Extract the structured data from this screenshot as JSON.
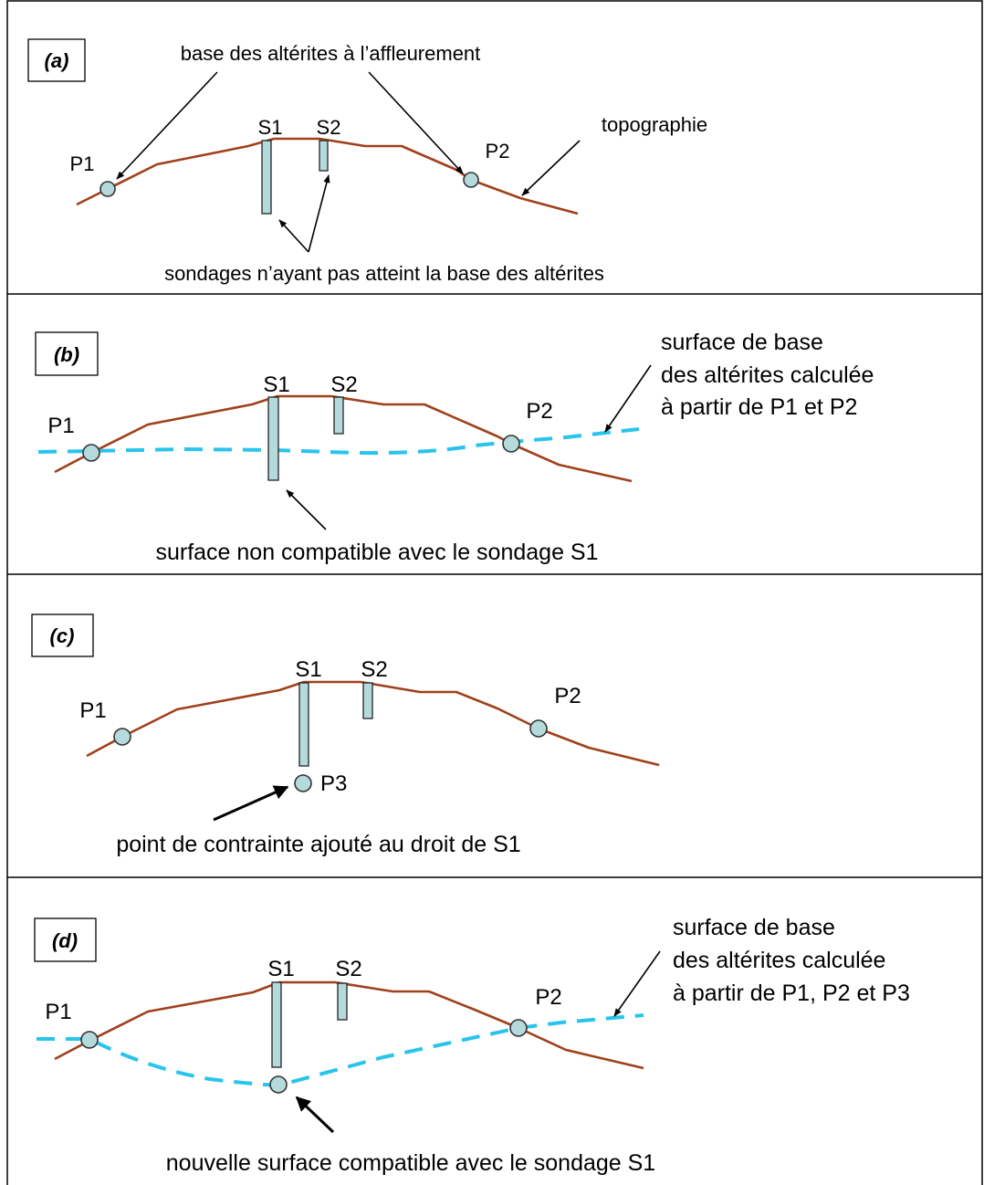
{
  "panel_a": {
    "tag": "(a)",
    "top_label": "base des altérites à l’affleurement",
    "topo_label": "topographie",
    "bottom_label": "sondages n’ayant pas atteint la base des altérites",
    "points": [
      "P1",
      "P2"
    ],
    "drills": [
      "S1",
      "S2"
    ]
  },
  "panel_b": {
    "tag": "(b)",
    "surface_label": [
      "surface de base",
      "des altérites calculée",
      "à partir de P1 et P2"
    ],
    "bottom_label": "surface non compatible avec le sondage S1",
    "points": [
      "P1",
      "P2"
    ],
    "drills": [
      "S1",
      "S2"
    ]
  },
  "panel_c": {
    "tag": "(c)",
    "bottom_label": "point de contrainte ajouté au droit de S1",
    "points": [
      "P1",
      "P2",
      "P3"
    ],
    "drills": [
      "S1",
      "S2"
    ]
  },
  "panel_d": {
    "tag": "(d)",
    "surface_label": [
      "surface de base",
      "des altérites calculée",
      "à partir de P1, P2 et P3"
    ],
    "bottom_label": "nouvelle surface compatible avec le sondage S1",
    "points": [
      "P1",
      "P2"
    ],
    "drills": [
      "S1",
      "S2"
    ]
  },
  "colors": {
    "topography": "#a0401c",
    "surface": "#29c4ec",
    "markers": "#b5dadc"
  }
}
